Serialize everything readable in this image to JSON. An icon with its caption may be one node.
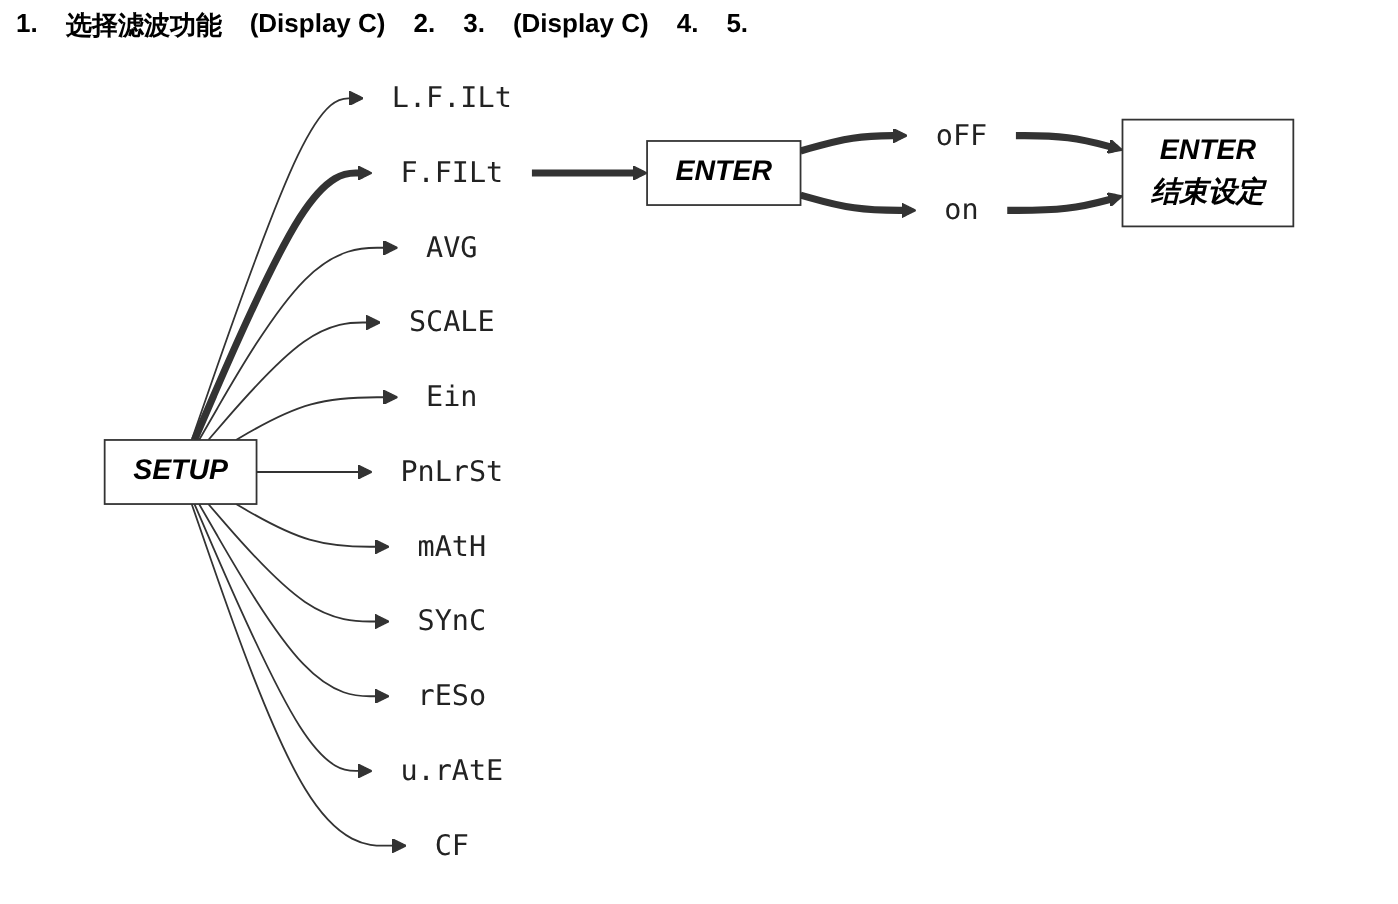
{
  "diagram": {
    "nodes": [
      {
        "text": [
          "SETUP"
        ]
      },
      {
        "text": [
          "L.F.ILt"
        ]
      },
      {
        "text": [
          "F.FILt"
        ]
      },
      {
        "text": [
          "AVG"
        ]
      },
      {
        "text": [
          "SCALE"
        ]
      },
      {
        "text": [
          "Ein"
        ]
      },
      {
        "text": [
          "PnLrSt"
        ]
      },
      {
        "text": [
          "mAtH"
        ]
      },
      {
        "text": [
          "SYnC"
        ]
      },
      {
        "text": [
          "rESo"
        ]
      },
      {
        "text": [
          "u.rAtE"
        ]
      },
      {
        "text": [
          "CF"
        ]
      },
      {
        "text": [
          "ENTER"
        ]
      },
      {
        "text": [
          "oFF"
        ]
      },
      {
        "text": [
          "on"
        ]
      },
      {
        "text": [
          "ENTER",
          "结束设定"
        ]
      }
    ],
    "edges": [
      {
        "from": 0,
        "to": 1,
        "arrow": "to"
      },
      {
        "from": 0,
        "to": 2,
        "arrow": "to",
        "style": "thick"
      },
      {
        "from": 0,
        "to": 3,
        "arrow": "to"
      },
      {
        "from": 0,
        "to": 4,
        "arrow": "to"
      },
      {
        "from": 0,
        "to": 5,
        "arrow": "to"
      },
      {
        "from": 0,
        "to": 6,
        "arrow": "to"
      },
      {
        "from": 0,
        "to": 7,
        "arrow": "to"
      },
      {
        "from": 0,
        "to": 8,
        "arrow": "to"
      },
      {
        "from": 0,
        "to": 9,
        "arrow": "to"
      },
      {
        "from": 0,
        "to": 10,
        "arrow": "to"
      },
      {
        "from": 0,
        "to": 11,
        "arrow": "to"
      },
      {
        "from": 2,
        "to": 12,
        "arrow": "to",
        "style": "thick"
      },
      {
        "from": 12,
        "to": 13,
        "arrow": "to",
        "style": "thick"
      },
      {
        "from": 12,
        "to": 14,
        "arrow": "to",
        "style": "thick"
      },
      {
        "from": 13,
        "to": 15,
        "arrow": "to",
        "style": "thick"
      },
      {
        "from": 14,
        "to": 15,
        "arrow": "to",
        "style": "thick"
      }
    ],
    "labels": [
      "1.",
      "选择滤波功能",
      "(Display C)",
      "2.",
      "3.",
      "(Display C)",
      "4.",
      "5."
    ]
  }
}
